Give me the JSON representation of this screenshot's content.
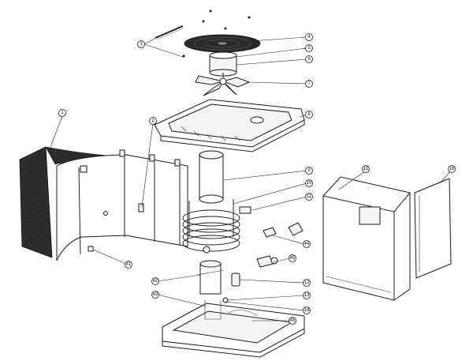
{
  "callouts": [
    {
      "id": "c1",
      "label": "1"
    },
    {
      "id": "c2",
      "label": "2"
    },
    {
      "id": "c3",
      "label": "3"
    },
    {
      "id": "c4",
      "label": "4"
    },
    {
      "id": "c5",
      "label": "5"
    },
    {
      "id": "c6",
      "label": "6"
    },
    {
      "id": "c7",
      "label": "7"
    },
    {
      "id": "c8",
      "label": "8"
    },
    {
      "id": "c9",
      "label": "9"
    },
    {
      "id": "c10",
      "label": "10"
    },
    {
      "id": "c11",
      "label": "11"
    },
    {
      "id": "c12",
      "label": "12"
    },
    {
      "id": "c13",
      "label": "13"
    },
    {
      "id": "c14",
      "label": "14"
    },
    {
      "id": "c15",
      "label": "15"
    },
    {
      "id": "c16",
      "label": "16"
    },
    {
      "id": "c41",
      "label": "41"
    },
    {
      "id": "c42",
      "label": "42"
    },
    {
      "id": "c43",
      "label": "43"
    },
    {
      "id": "c44",
      "label": "44"
    },
    {
      "id": "c45",
      "label": "45"
    },
    {
      "id": "c46",
      "label": "46"
    }
  ]
}
